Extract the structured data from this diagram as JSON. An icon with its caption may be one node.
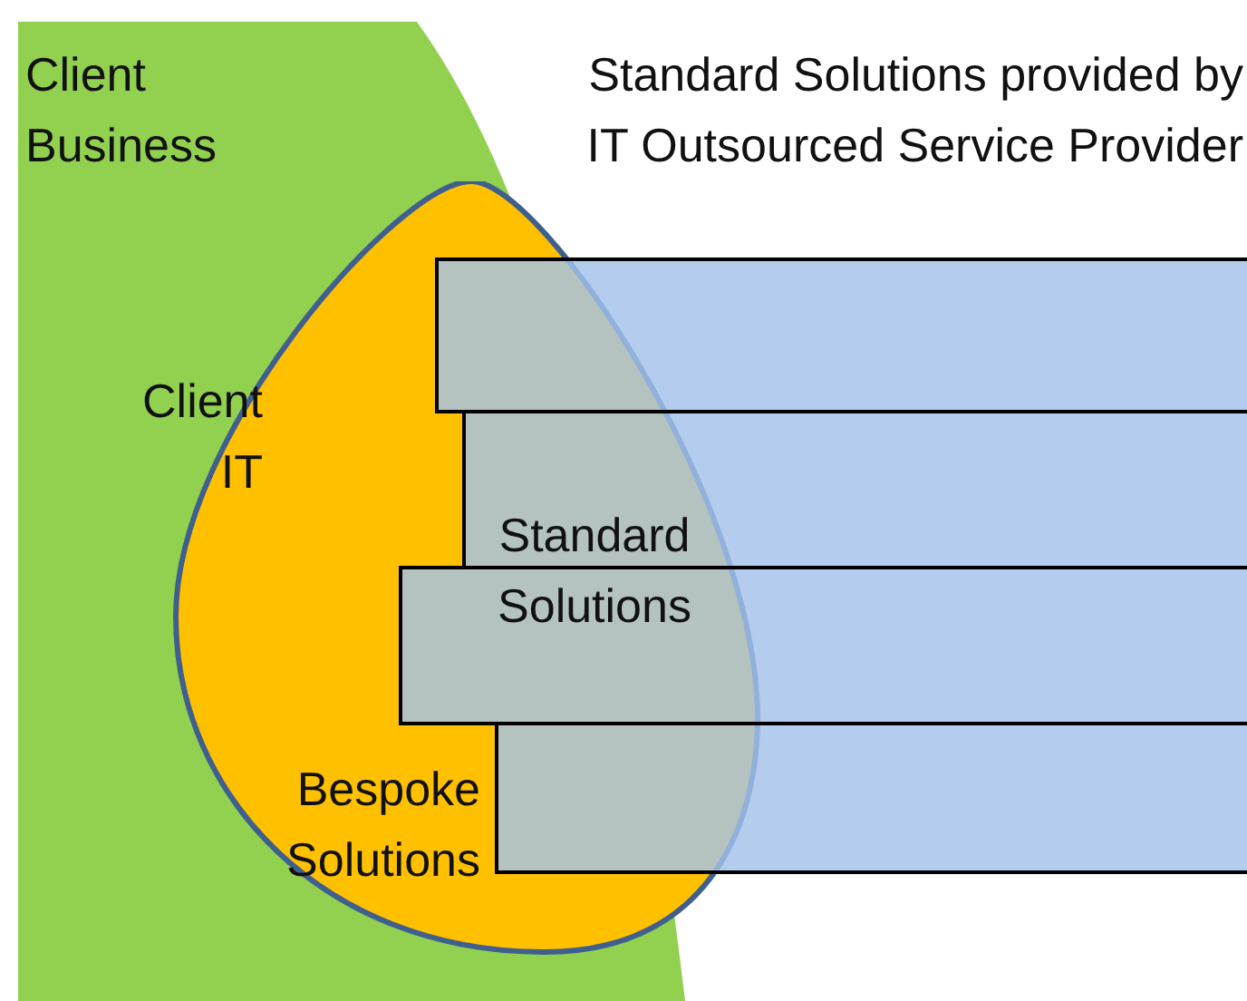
{
  "diagram": {
    "nodes": [
      {
        "text": [
          "Client Business"
        ]
      },
      {
        "text": [
          "Client IT",
          "Bespoke Solutions"
        ],
        "in": 0
      },
      {
        "text": [],
        "shape": "bar"
      },
      {
        "text": [],
        "shape": "bar"
      },
      {
        "text": [],
        "shape": "bar"
      },
      {
        "text": [],
        "shape": "bar"
      }
    ],
    "edges": [],
    "labels": [
      "Standard Solutions provided by IT Outsourced Service Provider",
      "Standard Solutions"
    ]
  }
}
